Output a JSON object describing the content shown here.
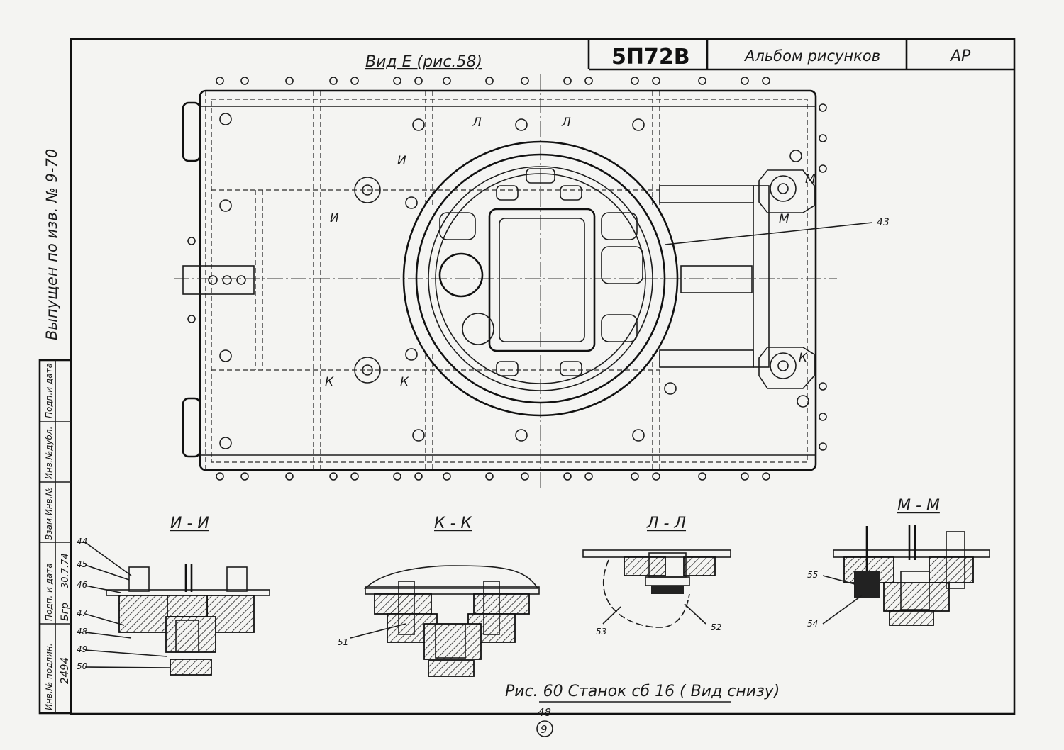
{
  "title_block": {
    "drawing_number": "5П72В",
    "album_title": "Альбом рисунков",
    "format_code": "АР"
  },
  "view_label": "Вид  Е (рис.58)",
  "side_note": "Выпущен по изв. № 9-70",
  "stamp_columns": [
    "Инв.№ подлин.",
    "Подп. и дата",
    "Взам.Инв.№",
    "Инв.№дубл.",
    "Подп.и дата"
  ],
  "stamp_values": {
    "inventory_number": "2494",
    "sign_date": "30.7.74",
    "signature": "Бгр"
  },
  "main_view": {
    "callout_43": "43",
    "section_marks": {
      "i_top": "И",
      "i_left": "И",
      "l_left": "Л",
      "l_right": "Л",
      "m_top": "М",
      "m_bottom": "М",
      "k_left": "К",
      "k_right": "К",
      "k_far": "К"
    }
  },
  "sections": [
    {
      "title": "И - И",
      "callouts": [
        "44",
        "45",
        "46",
        "47",
        "48",
        "49",
        "50"
      ]
    },
    {
      "title": "К - К",
      "callouts": [
        "51"
      ]
    },
    {
      "title": "Л - Л",
      "callouts": [
        "53",
        "52"
      ]
    },
    {
      "title": "М - М",
      "callouts": [
        "55",
        "54"
      ]
    }
  ],
  "caption": "Рис. 60  Станок сб 16 ( Вид снизу)",
  "page_number": "48",
  "sheet_mark": "9"
}
